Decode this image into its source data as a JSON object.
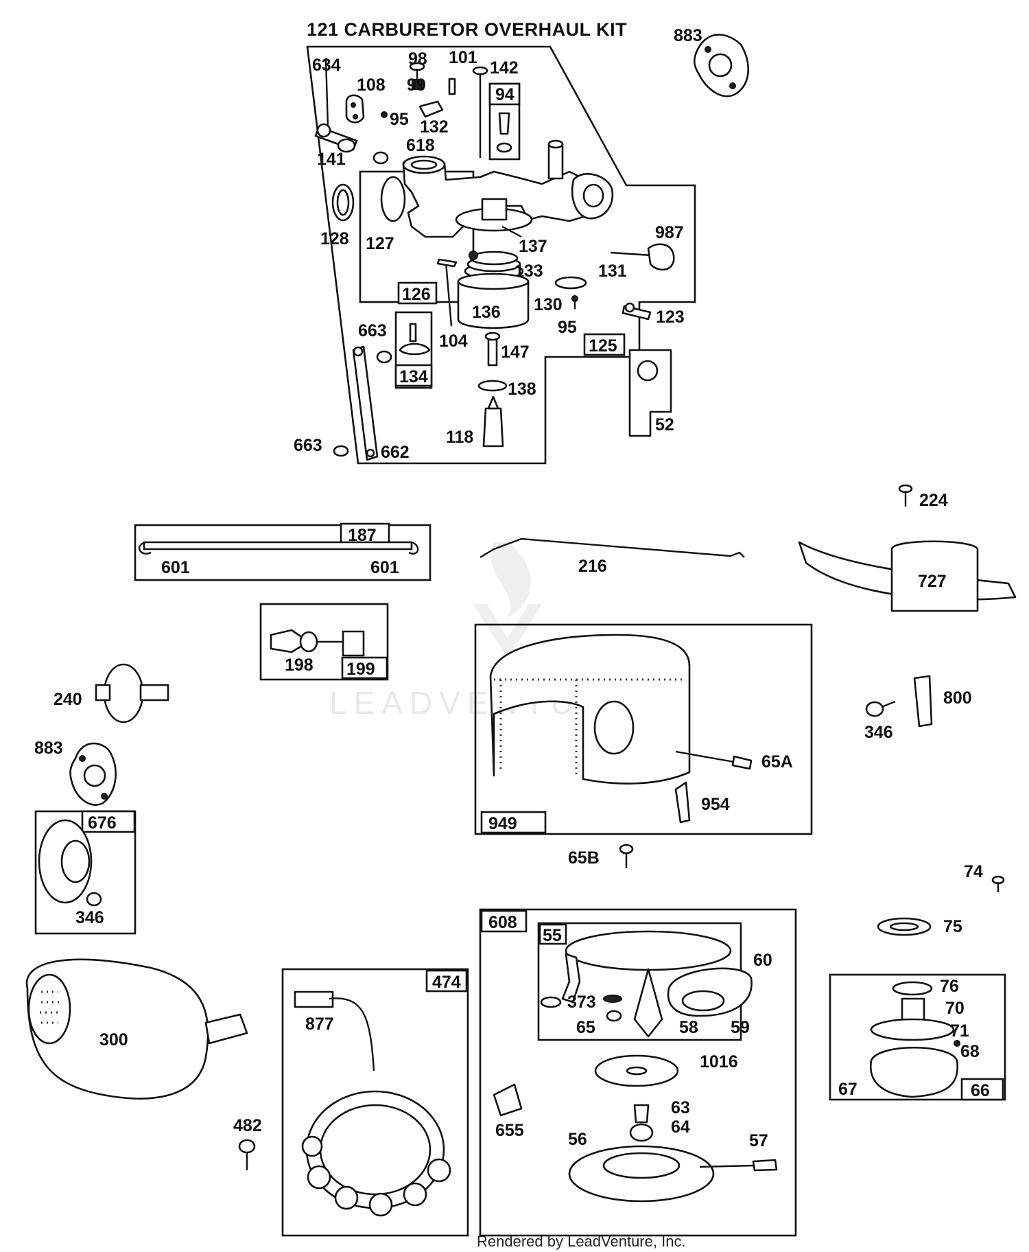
{
  "title": "121 CARBURETOR OVERHAUL KIT",
  "watermark": "LEADVENTURE",
  "footer": "Rendered by LeadVenture, Inc.",
  "kit_boxes": {
    "b94": "94",
    "b126": "126",
    "b125": "125",
    "b134": "134",
    "b187": "187",
    "b199": "199",
    "b949": "949",
    "b676": "676",
    "b474": "474",
    "b608": "608",
    "b55": "55",
    "b66": "66"
  },
  "labels": {
    "l883a": "883",
    "l634": "634",
    "l98": "98",
    "l101": "101",
    "l142": "142",
    "l99": "99",
    "l108": "108",
    "l95a": "95",
    "l132": "132",
    "l618": "618",
    "l141": "141",
    "l128": "128",
    "l127": "127",
    "l137": "137",
    "l987": "987",
    "l133": "133",
    "l131": "131",
    "l136": "136",
    "l130": "130",
    "l95b": "95",
    "l123": "123",
    "l663a": "663",
    "l104": "104",
    "l147": "147",
    "l138": "138",
    "l52": "52",
    "l118": "118",
    "l663b": "663",
    "l662": "662",
    "l224": "224",
    "l601a": "601",
    "l601b": "601",
    "l216": "216",
    "l727": "727",
    "l198": "198",
    "l240": "240",
    "l800": "800",
    "l346a": "346",
    "l65A": "65A",
    "l883b": "883",
    "l954": "954",
    "l65B": "65B",
    "l346b": "346",
    "l74": "74",
    "l75": "75",
    "l60": "60",
    "l373": "373",
    "l65": "65",
    "l58": "58",
    "l59": "59",
    "l76": "76",
    "l70": "70",
    "l71": "71",
    "l68": "68",
    "l67": "67",
    "l300": "300",
    "l877": "877",
    "l1016": "1016",
    "l63": "63",
    "l64": "64",
    "l655": "655",
    "l56": "56",
    "l57": "57",
    "l482": "482"
  }
}
